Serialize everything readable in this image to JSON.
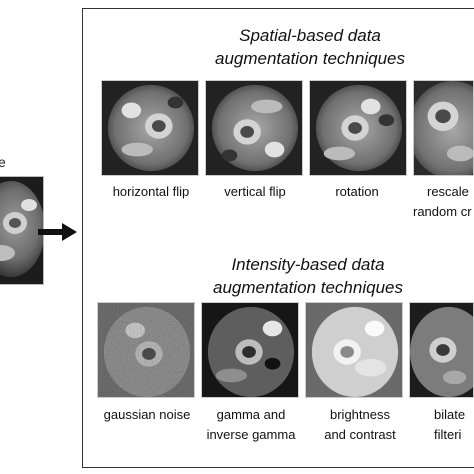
{
  "input": {
    "label": "e",
    "image_name": "cardiac-mri-input"
  },
  "spatial": {
    "title_line1": "Spatial-based data",
    "title_line2": "augmentation techniques",
    "items": [
      {
        "caption_line1": "horizontal flip",
        "caption_line2": ""
      },
      {
        "caption_line1": "vertical flip",
        "caption_line2": ""
      },
      {
        "caption_line1": "rotation",
        "caption_line2": ""
      },
      {
        "caption_line1": "rescale",
        "caption_line2": "random cr"
      }
    ]
  },
  "intensity": {
    "title_line1": "Intensity-based data",
    "title_line2": "augmentation techniques",
    "items": [
      {
        "caption_line1": "gaussian noise",
        "caption_line2": ""
      },
      {
        "caption_line1": "gamma and",
        "caption_line2": "inverse gamma"
      },
      {
        "caption_line1": "brightness",
        "caption_line2": "and contrast"
      },
      {
        "caption_line1": "bilate",
        "caption_line2": "filteri"
      }
    ]
  },
  "colors": {
    "frame": "#333333",
    "arrow": "#111111"
  }
}
